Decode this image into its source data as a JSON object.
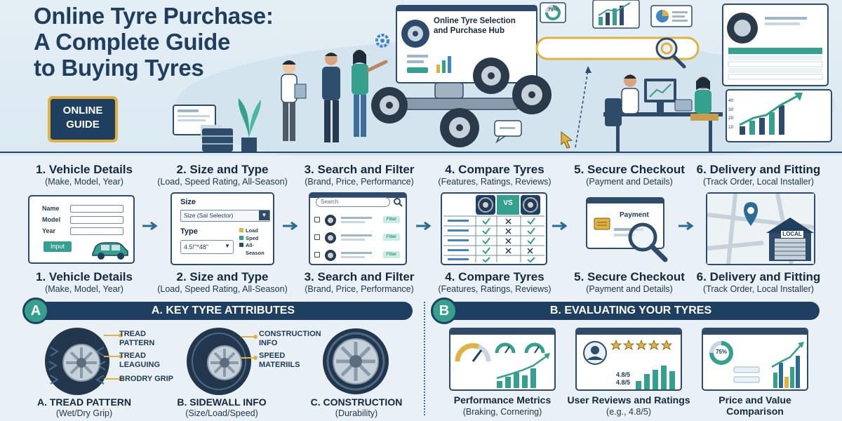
{
  "header": {
    "title_line1": "Online Tyre Purchase:",
    "title_line2": "A Complete Guide",
    "title_line3": "to Buying Tyres",
    "badge_line1": "ONLINE",
    "badge_line2": "GUIDE",
    "hub_title_line1": "Online Tyre Selection",
    "hub_title_line2": "and Purchase Hub",
    "gauge_value": "79%",
    "chart_ticks": [
      "40",
      "30",
      "20",
      "10"
    ]
  },
  "steps": [
    {
      "title": "1. Vehicle Details",
      "sub": "(Make, Model, Year)"
    },
    {
      "title": "2. Size and Type",
      "sub": "(Load, Speed Rating, All-Season)"
    },
    {
      "title": "3. Search and Filter",
      "sub": "(Brand, Price, Performance)"
    },
    {
      "title": "4. Compare Tyres",
      "sub": "(Features, Ratings, Reviews)"
    },
    {
      "title": "5. Secure Checkout",
      "sub": "(Payment and Details)"
    },
    {
      "title": "6. Delivery and Fitting",
      "sub": "(Track Order, Local Installer)"
    }
  ],
  "vehicle_form": {
    "name_label": "Name",
    "model_label": "Model",
    "year_label": "Year",
    "input_button": "Input"
  },
  "size_card": {
    "size_label": "Size",
    "size_select": "Size (Sal Selector)",
    "type_label": "Type",
    "type_value": "4.5!\"*48\"",
    "legend": [
      "Load",
      "Sped",
      "All-",
      "Season"
    ]
  },
  "search_card": {
    "placeholder": "Search",
    "filter_label": "Filter"
  },
  "compare_card": {
    "vs_label": "VS"
  },
  "checkout_card": {
    "payment_label": "Payment"
  },
  "delivery_card": {
    "local_label": "LOCAL"
  },
  "section_a": {
    "letter": "A",
    "banner": "A. KEY TYRE ATTRIBUTES",
    "tyre1_annotations": [
      "TREAD",
      "PATTERN",
      "TREAD",
      "LEAGUING",
      "BRODRY GRIP"
    ],
    "tyre2_annotations": [
      "CONSTRUCTION",
      "INFO",
      "SPEED",
      "MATERIILS"
    ],
    "captions": [
      {
        "title": "A. TREAD PATTERN",
        "sub": "(Wet/Dry Grip)"
      },
      {
        "title": "B. SIDEWALL INFO",
        "sub": "(Size/Load/Speed)"
      },
      {
        "title": "C. CONSTRUCTION",
        "sub": "(Durability)"
      }
    ]
  },
  "section_b": {
    "letter": "B",
    "banner": "B. EVALUATING YOUR TYRES",
    "rating_1": "4.8/5",
    "rating_2": "4.8/5",
    "percent": "75%",
    "captions": [
      {
        "title": "Performance Metrics",
        "sub": "(Braking, Cornering)"
      },
      {
        "title": "User Reviews and Ratings",
        "sub": "(e.g., 4.8/5)"
      },
      {
        "title_line1": "Price and Value",
        "title_line2": "Comparison"
      }
    ]
  },
  "colors": {
    "navy": "#1f3f61",
    "teal": "#35a08e",
    "gold": "#e0b341",
    "background": "#e9f1f6"
  }
}
